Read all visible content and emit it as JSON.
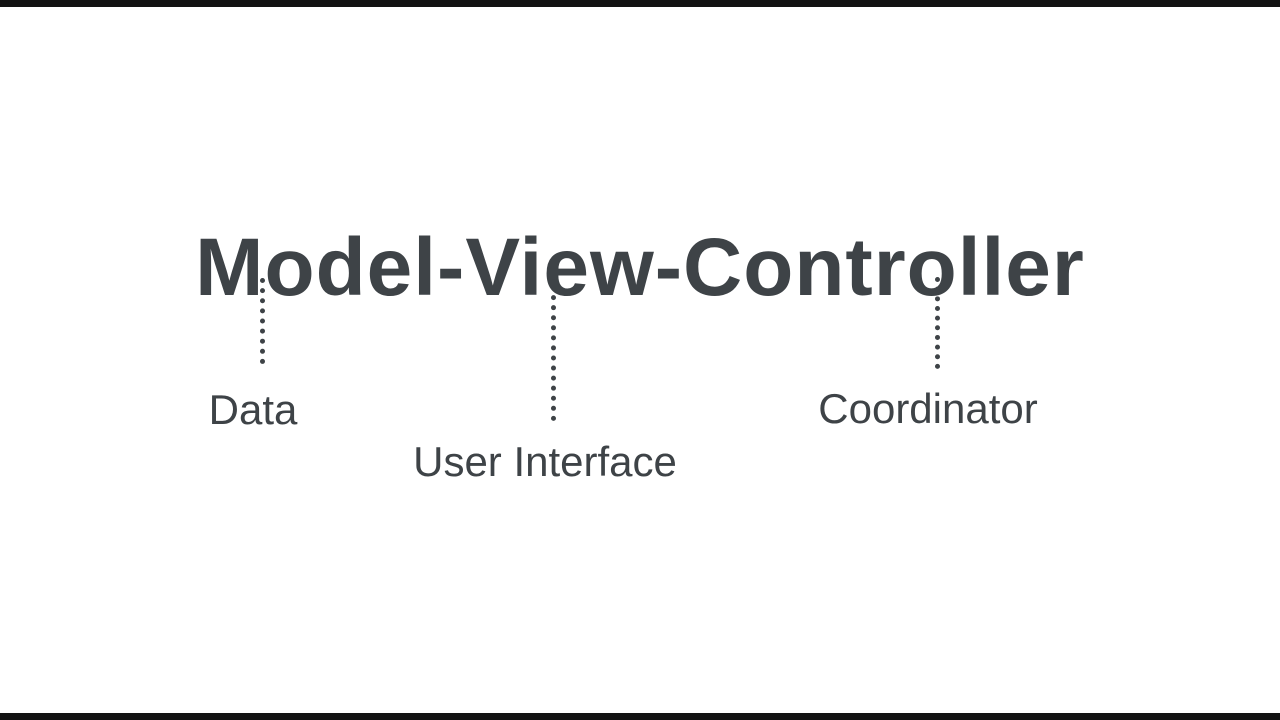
{
  "diagram": {
    "title": "Model-View-Controller",
    "annotations": [
      {
        "term": "Model",
        "label": "Data"
      },
      {
        "term": "View",
        "label": "User Interface"
      },
      {
        "term": "Controller",
        "label": "Coordinator"
      }
    ],
    "colors": {
      "text": "#3e4347",
      "background": "#ffffff",
      "letterbox": "#131313"
    }
  }
}
